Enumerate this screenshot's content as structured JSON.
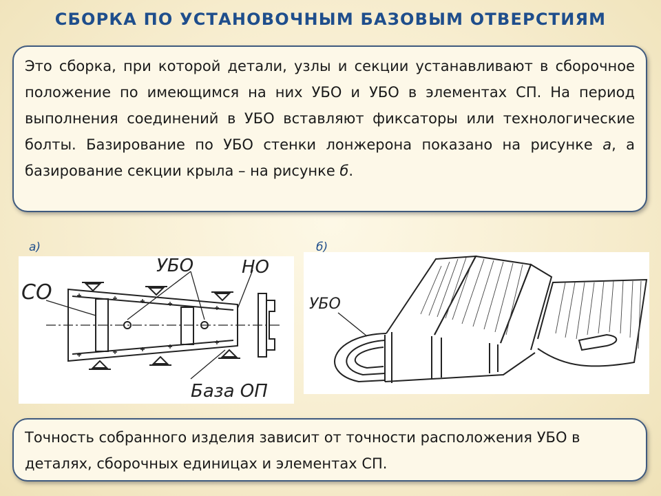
{
  "title": "СБОРКА ПО УСТАНОВОЧНЫМ БАЗОВЫМ ОТВЕРСТИЯМ",
  "definition": {
    "text_before_a": "Это сборка, при которой детали, узлы и секции устанавливают в сборочное положение по имеющимся на них УБО и УБО в элементах СП. На период выполнения соединений в УБО вставляют фиксаторы или технологические болты. Базирование по УБО стенки лонжерона показано на рисунке ",
    "ref_a": "а",
    "text_between": ", а базирование секции крыла – на рисунке ",
    "ref_b": "б",
    "text_end": "."
  },
  "figure_a": {
    "label": "а)",
    "labels": {
      "co": "СО",
      "ubo": "УБО",
      "ho": "НО",
      "base": "База ОП"
    }
  },
  "figure_b": {
    "label": "б)",
    "labels": {
      "ubo": "УБО"
    }
  },
  "conclusion": "Точность собранного изделия зависит от точности расположения УБО в деталях, сборочных единицах и элементах СП.",
  "colors": {
    "title": "#1f4e8c",
    "box_border": "#3f5a7e",
    "background": "#f7edcf"
  }
}
